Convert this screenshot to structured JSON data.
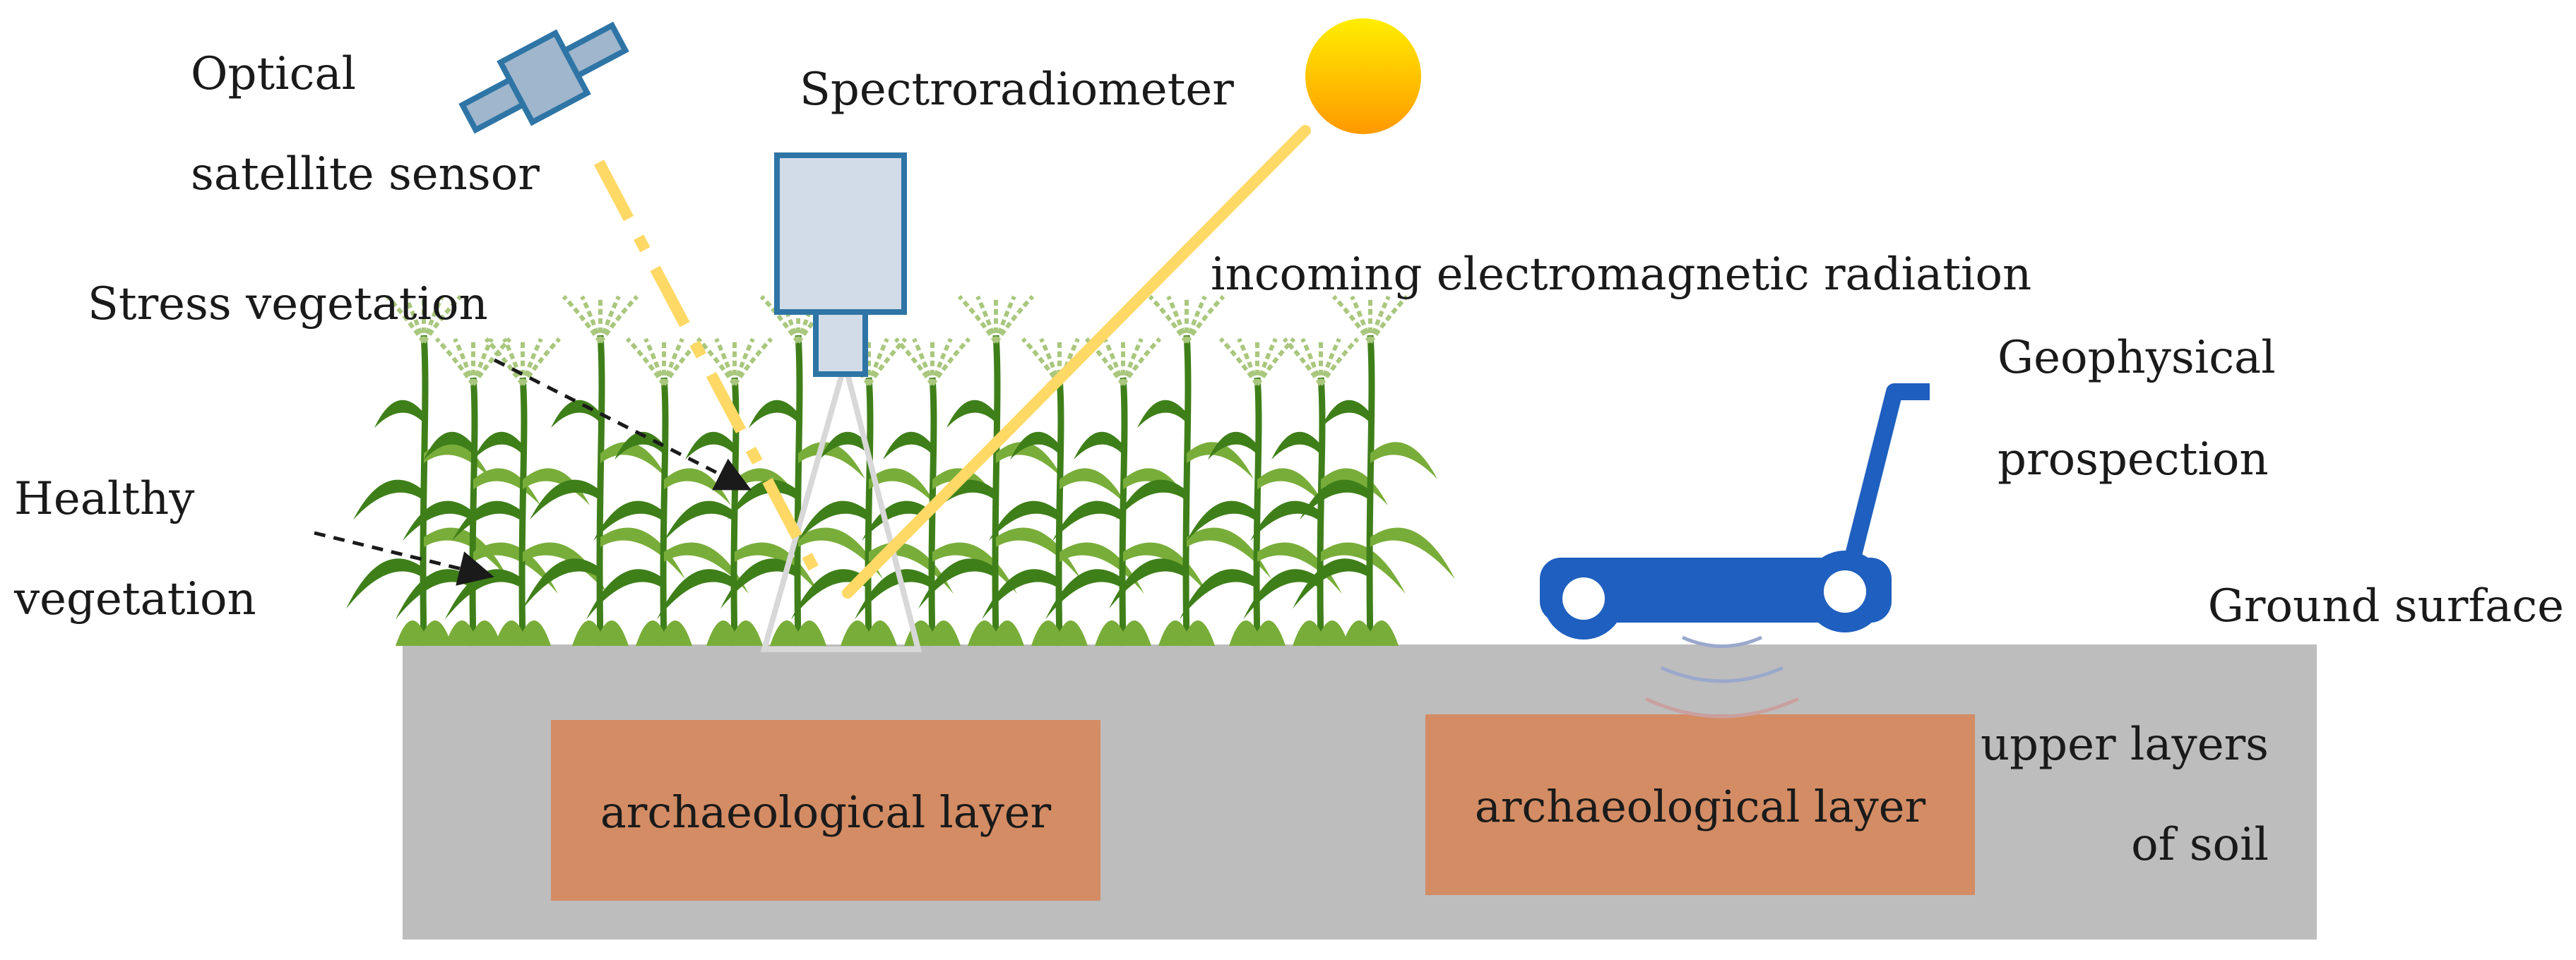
{
  "labels": {
    "satellite_line1": "Optical",
    "satellite_line2": "satellite sensor",
    "spectroradiometer": "Spectroradiometer",
    "radiation": "incoming electromagnetic radiation",
    "stress_vegetation": "Stress vegetation",
    "healthy_line1": "Healthy",
    "healthy_line2": "vegetation",
    "geophysical_line1": "Geophysical",
    "geophysical_line2": "prospection",
    "ground_surface": "Ground surface",
    "upper_line1": "upper layers",
    "upper_line2": "of soil",
    "arch_layer_left": "archaeological layer",
    "arch_layer_right": "archaeological layer"
  },
  "colors": {
    "soil": "#bdbdbd",
    "archaeological_layer": "#d38c64",
    "sun_top": "#ffee00",
    "sun_bottom": "#ff9900",
    "beam": "#ffd966",
    "instrument_fill": "#d2dce8",
    "instrument_stroke": "#2e75a6",
    "cart": "#1f5fbf",
    "vegetation_dark": "#3f7f1a",
    "vegetation_light": "#79ad3a",
    "tassel": "#a9c77d"
  },
  "icons": {
    "satellite": "satellite-icon",
    "sun": "sun-icon",
    "spectroradiometer": "spectroradiometer-icon",
    "gpr_cart": "gpr-cart-icon"
  }
}
